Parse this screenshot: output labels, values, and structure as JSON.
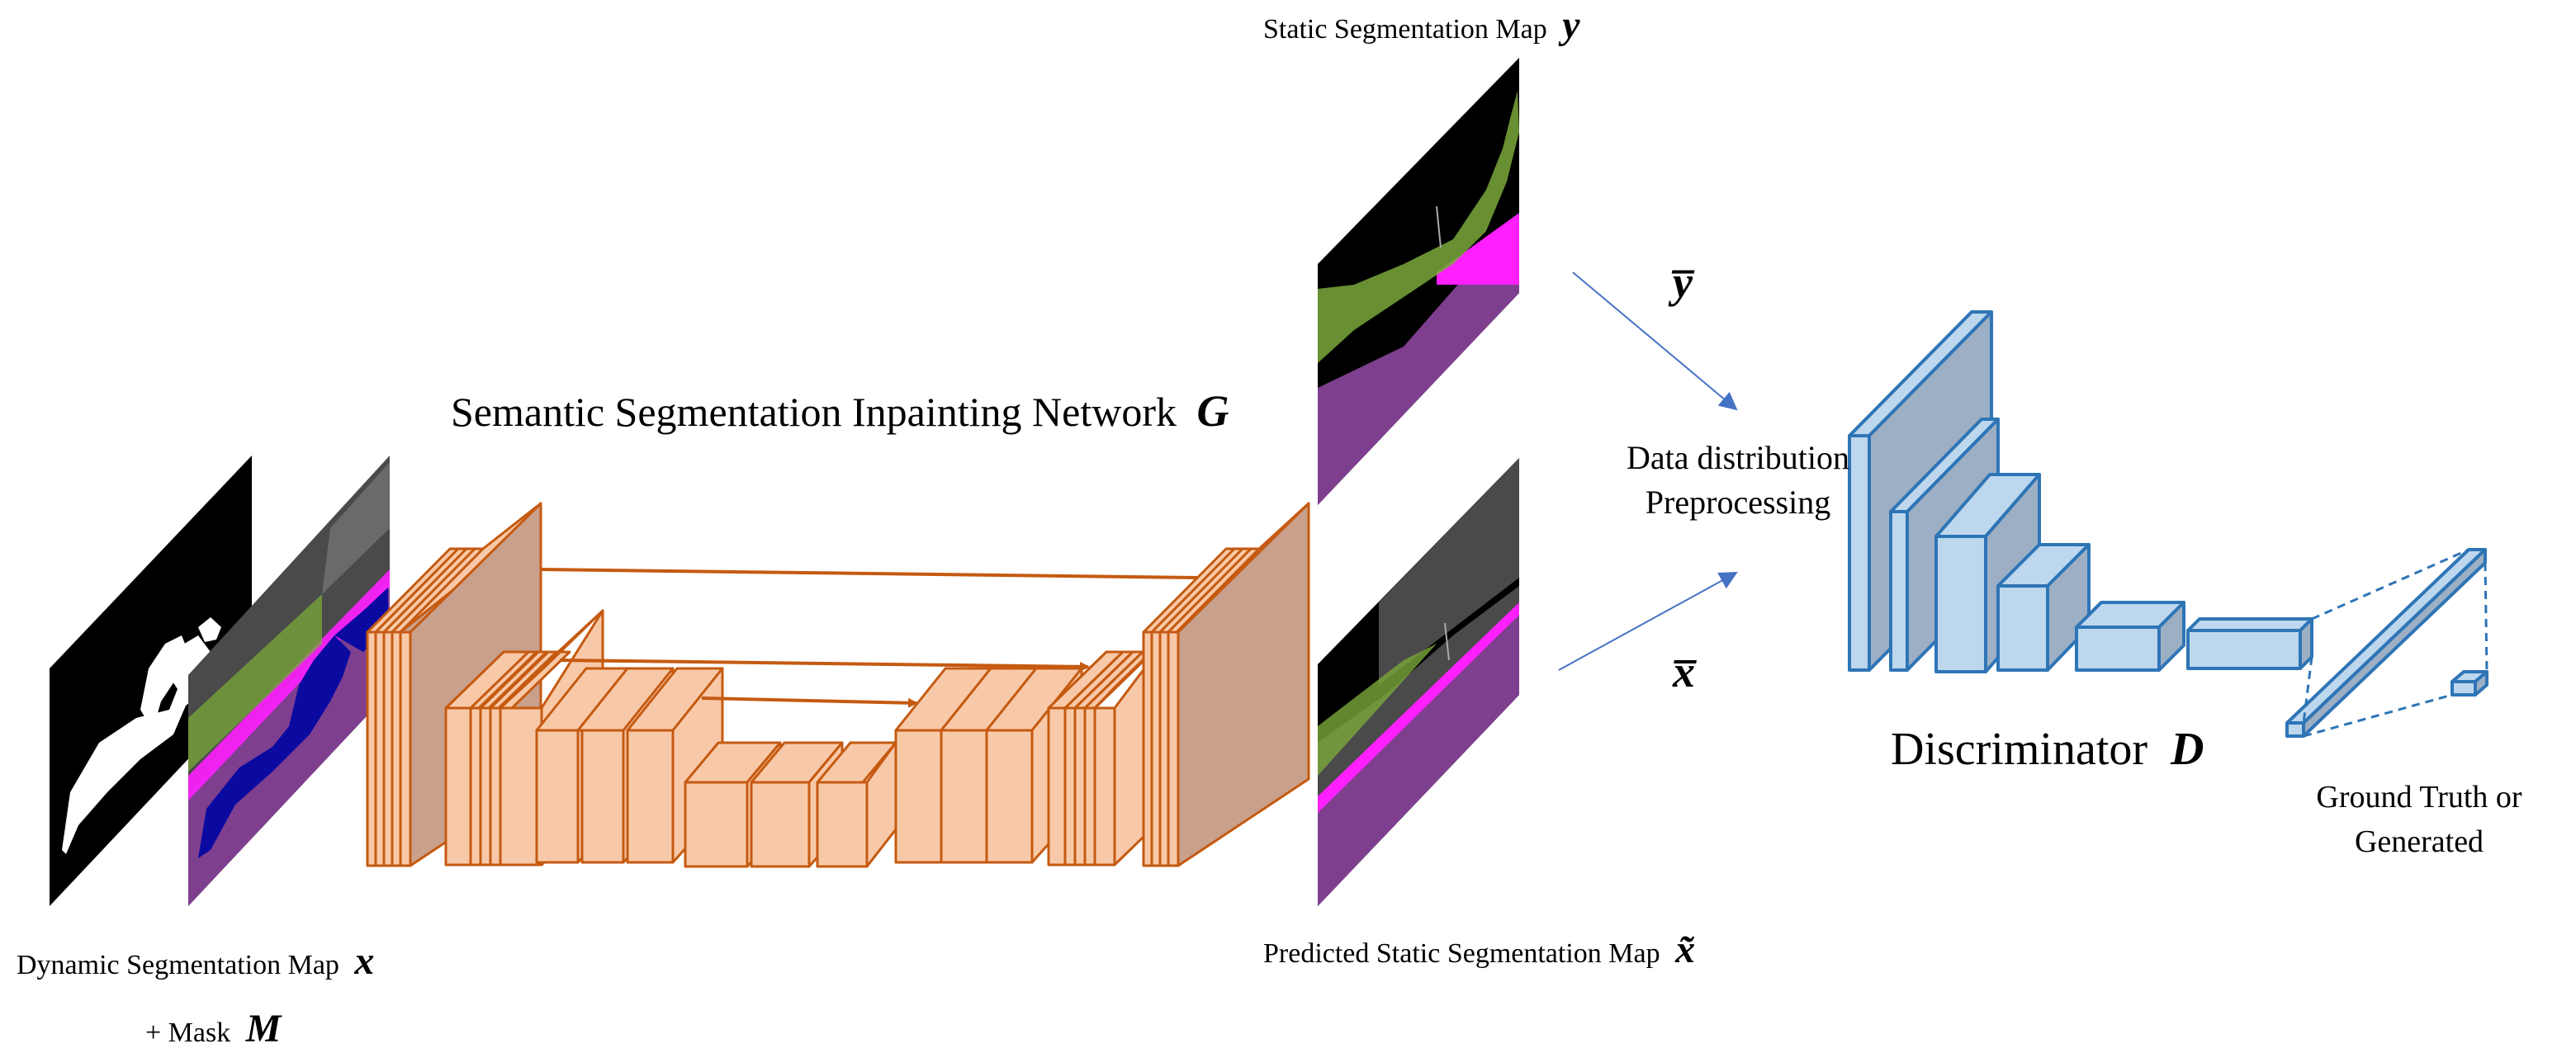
{
  "labels": {
    "static_map": "Static Segmentation Map",
    "static_map_symbol": "y",
    "network_title": "Semantic Segmentation Inpainting Network",
    "network_symbol": "G",
    "dynamic_map": "Dynamic Segmentation Map",
    "dynamic_map_symbol": "x",
    "mask_prefix": "+ Mask",
    "mask_symbol": "M",
    "predicted_map": "Predicted Static Segmentation Map",
    "predicted_symbol": "x̃",
    "y_bar": "y̅",
    "x_bar": "x̅",
    "preprocessing_line1": "Data distribution",
    "preprocessing_line2": "Preprocessing",
    "discriminator": "Discriminator",
    "discriminator_symbol": "D",
    "output_line1": "Ground Truth or",
    "output_line2": "Generated"
  },
  "colors": {
    "unet_fill": "#f8c9a8",
    "unet_deep_fill": "#c9a08c",
    "unet_stroke": "#c55a11",
    "skip_arrow": "#c55a11",
    "disc_fill": "#bdd7ee",
    "disc_deep_fill": "#9dafc4",
    "disc_stroke": "#2e75b6",
    "arrow_blue": "#4472c4",
    "seg_black": "#000000",
    "seg_gray": "#4a4a4a",
    "seg_purple": "#7f3f8f",
    "seg_magenta": "#ff1fff",
    "seg_green": "#7aa83a",
    "seg_blue": "#0a0aa0"
  }
}
